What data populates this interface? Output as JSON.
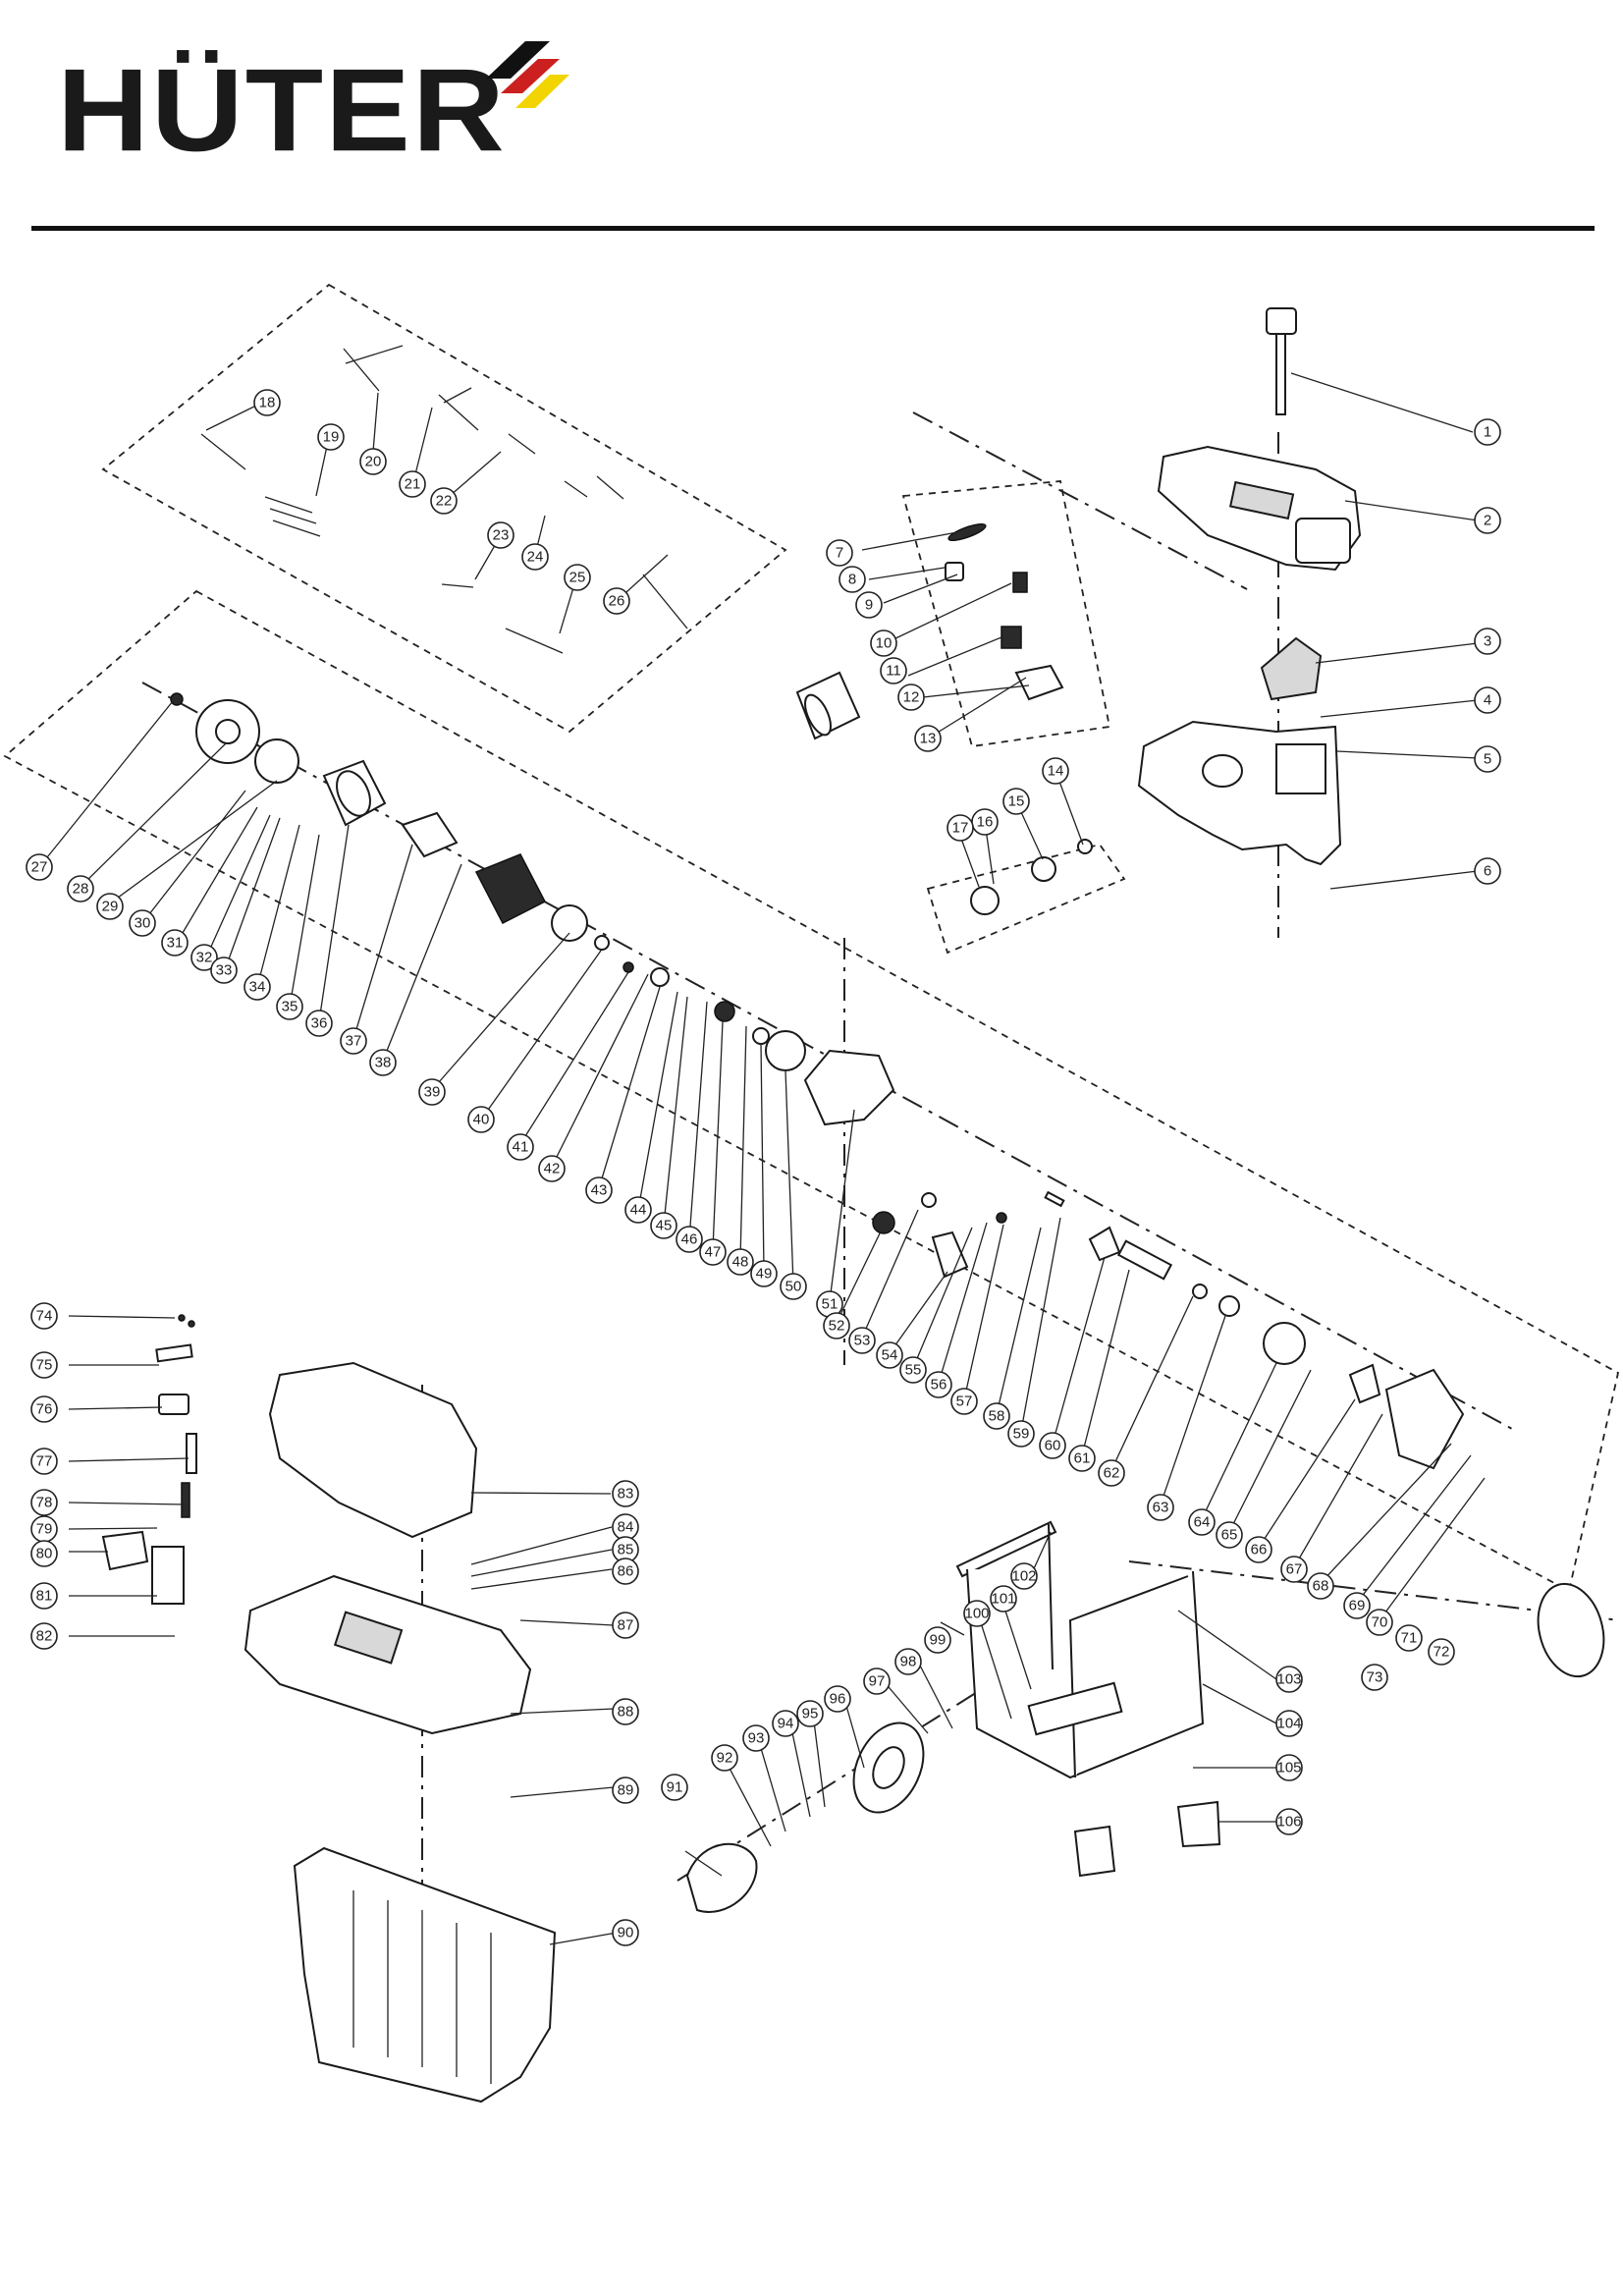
{
  "brand": {
    "name": "HÜTER",
    "colors": {
      "text": "#1a1a1a",
      "swoosh_black": "#111111",
      "swoosh_red": "#cc1f1f",
      "swoosh_yellow": "#f2d500"
    }
  },
  "diagram": {
    "callouts": [
      "1",
      "2",
      "3",
      "4",
      "5",
      "6",
      "7",
      "8",
      "9",
      "10",
      "11",
      "12",
      "13",
      "14",
      "15",
      "16",
      "17",
      "18",
      "19",
      "20",
      "21",
      "22",
      "23",
      "24",
      "25",
      "26",
      "27",
      "28",
      "29",
      "30",
      "31",
      "32",
      "33",
      "34",
      "35",
      "36",
      "37",
      "38",
      "39",
      "40",
      "41",
      "42",
      "43",
      "44",
      "45",
      "46",
      "47",
      "48",
      "49",
      "50",
      "51",
      "52",
      "53",
      "54",
      "55",
      "56",
      "57",
      "58",
      "59",
      "60",
      "61",
      "62",
      "63",
      "64",
      "65",
      "66",
      "67",
      "68",
      "69",
      "70",
      "71",
      "72",
      "73",
      "74",
      "75",
      "76",
      "77",
      "78",
      "79",
      "80",
      "81",
      "82",
      "83",
      "84",
      "85",
      "86",
      "87",
      "88",
      "89",
      "90",
      "91",
      "92",
      "93",
      "94",
      "95",
      "96",
      "97",
      "98",
      "99",
      "100",
      "101",
      "102",
      "103",
      "104",
      "105",
      "106"
    ]
  }
}
